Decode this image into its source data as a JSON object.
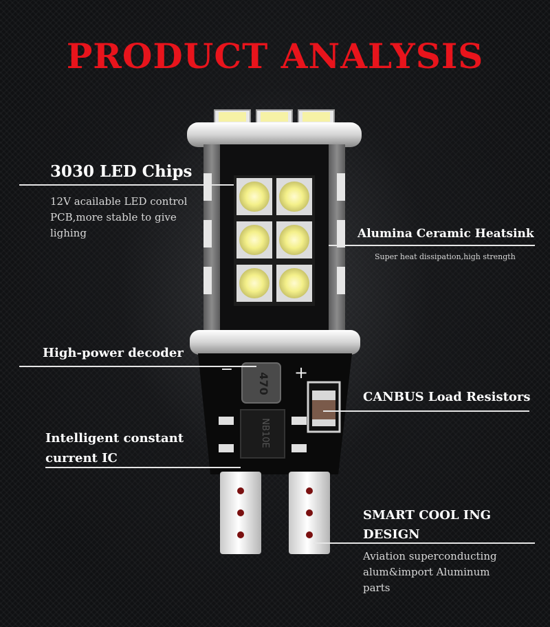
{
  "title": "PRODUCT ANALYSIS",
  "callouts": {
    "led_chips": {
      "heading": "3030 LED Chips",
      "desc_lines": [
        "12V acailable LED control",
        "PCB,more stable to give",
        "lighing"
      ]
    },
    "heatsink": {
      "heading": "Alumina Ceramic Heatsink",
      "desc": "Super heat dissipation,high strength"
    },
    "decoder": {
      "heading": "High-power decoder"
    },
    "canbus": {
      "heading": "CANBUS Load Resistors"
    },
    "ic": {
      "heading_lines": [
        "Intelligent constant",
        "current IC"
      ]
    },
    "cooling": {
      "heading_lines": [
        "SMART COOL ING",
        "DESIGN"
      ],
      "desc_lines": [
        "Aviation superconducting",
        "alum&import Aluminum",
        "parts"
      ]
    }
  },
  "pcb_marks": {
    "chip_code": "470",
    "ic_code": "NB10E",
    "minus": "−",
    "plus": "+"
  },
  "colors": {
    "title": "#e8141c",
    "text": "#ffffff",
    "led": "#f4f08a"
  }
}
